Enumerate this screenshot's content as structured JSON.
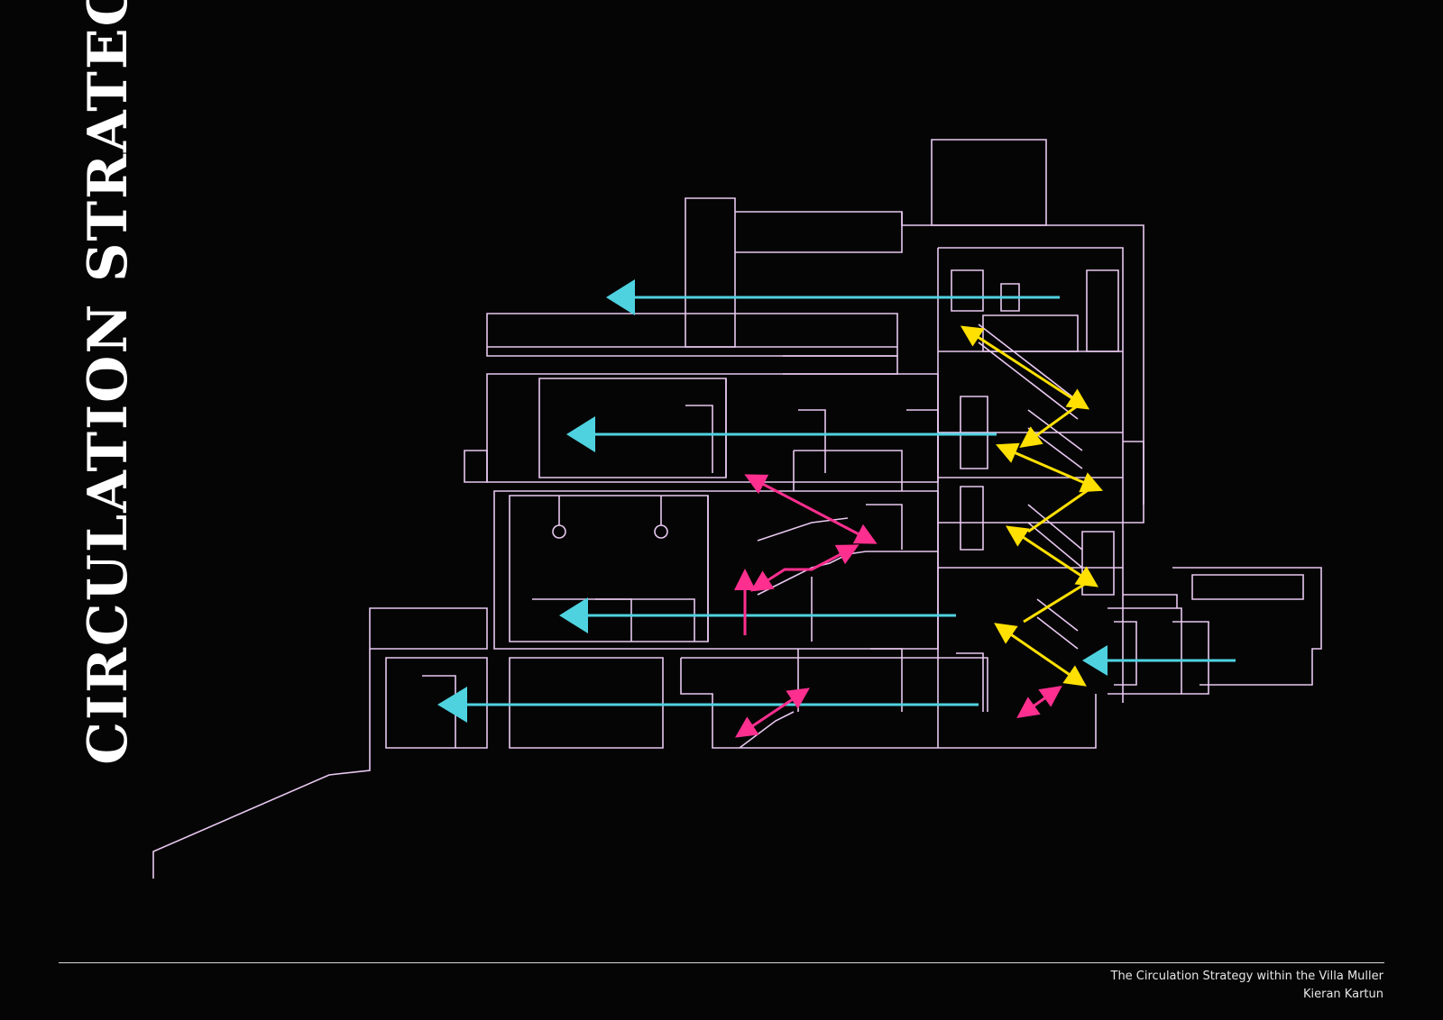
{
  "title": "CIRCULATION STRATEGY",
  "caption": {
    "line1": "The Circulation Strategy within the Villa Muller",
    "line2": "Kieran Kartun"
  },
  "colors": {
    "background": "#050505",
    "linework": "#e8c8f0",
    "horizontal_circulation": "#4fd2e0",
    "main_stair": "#ffe000",
    "secondary_stair": "#ff2f8f"
  }
}
